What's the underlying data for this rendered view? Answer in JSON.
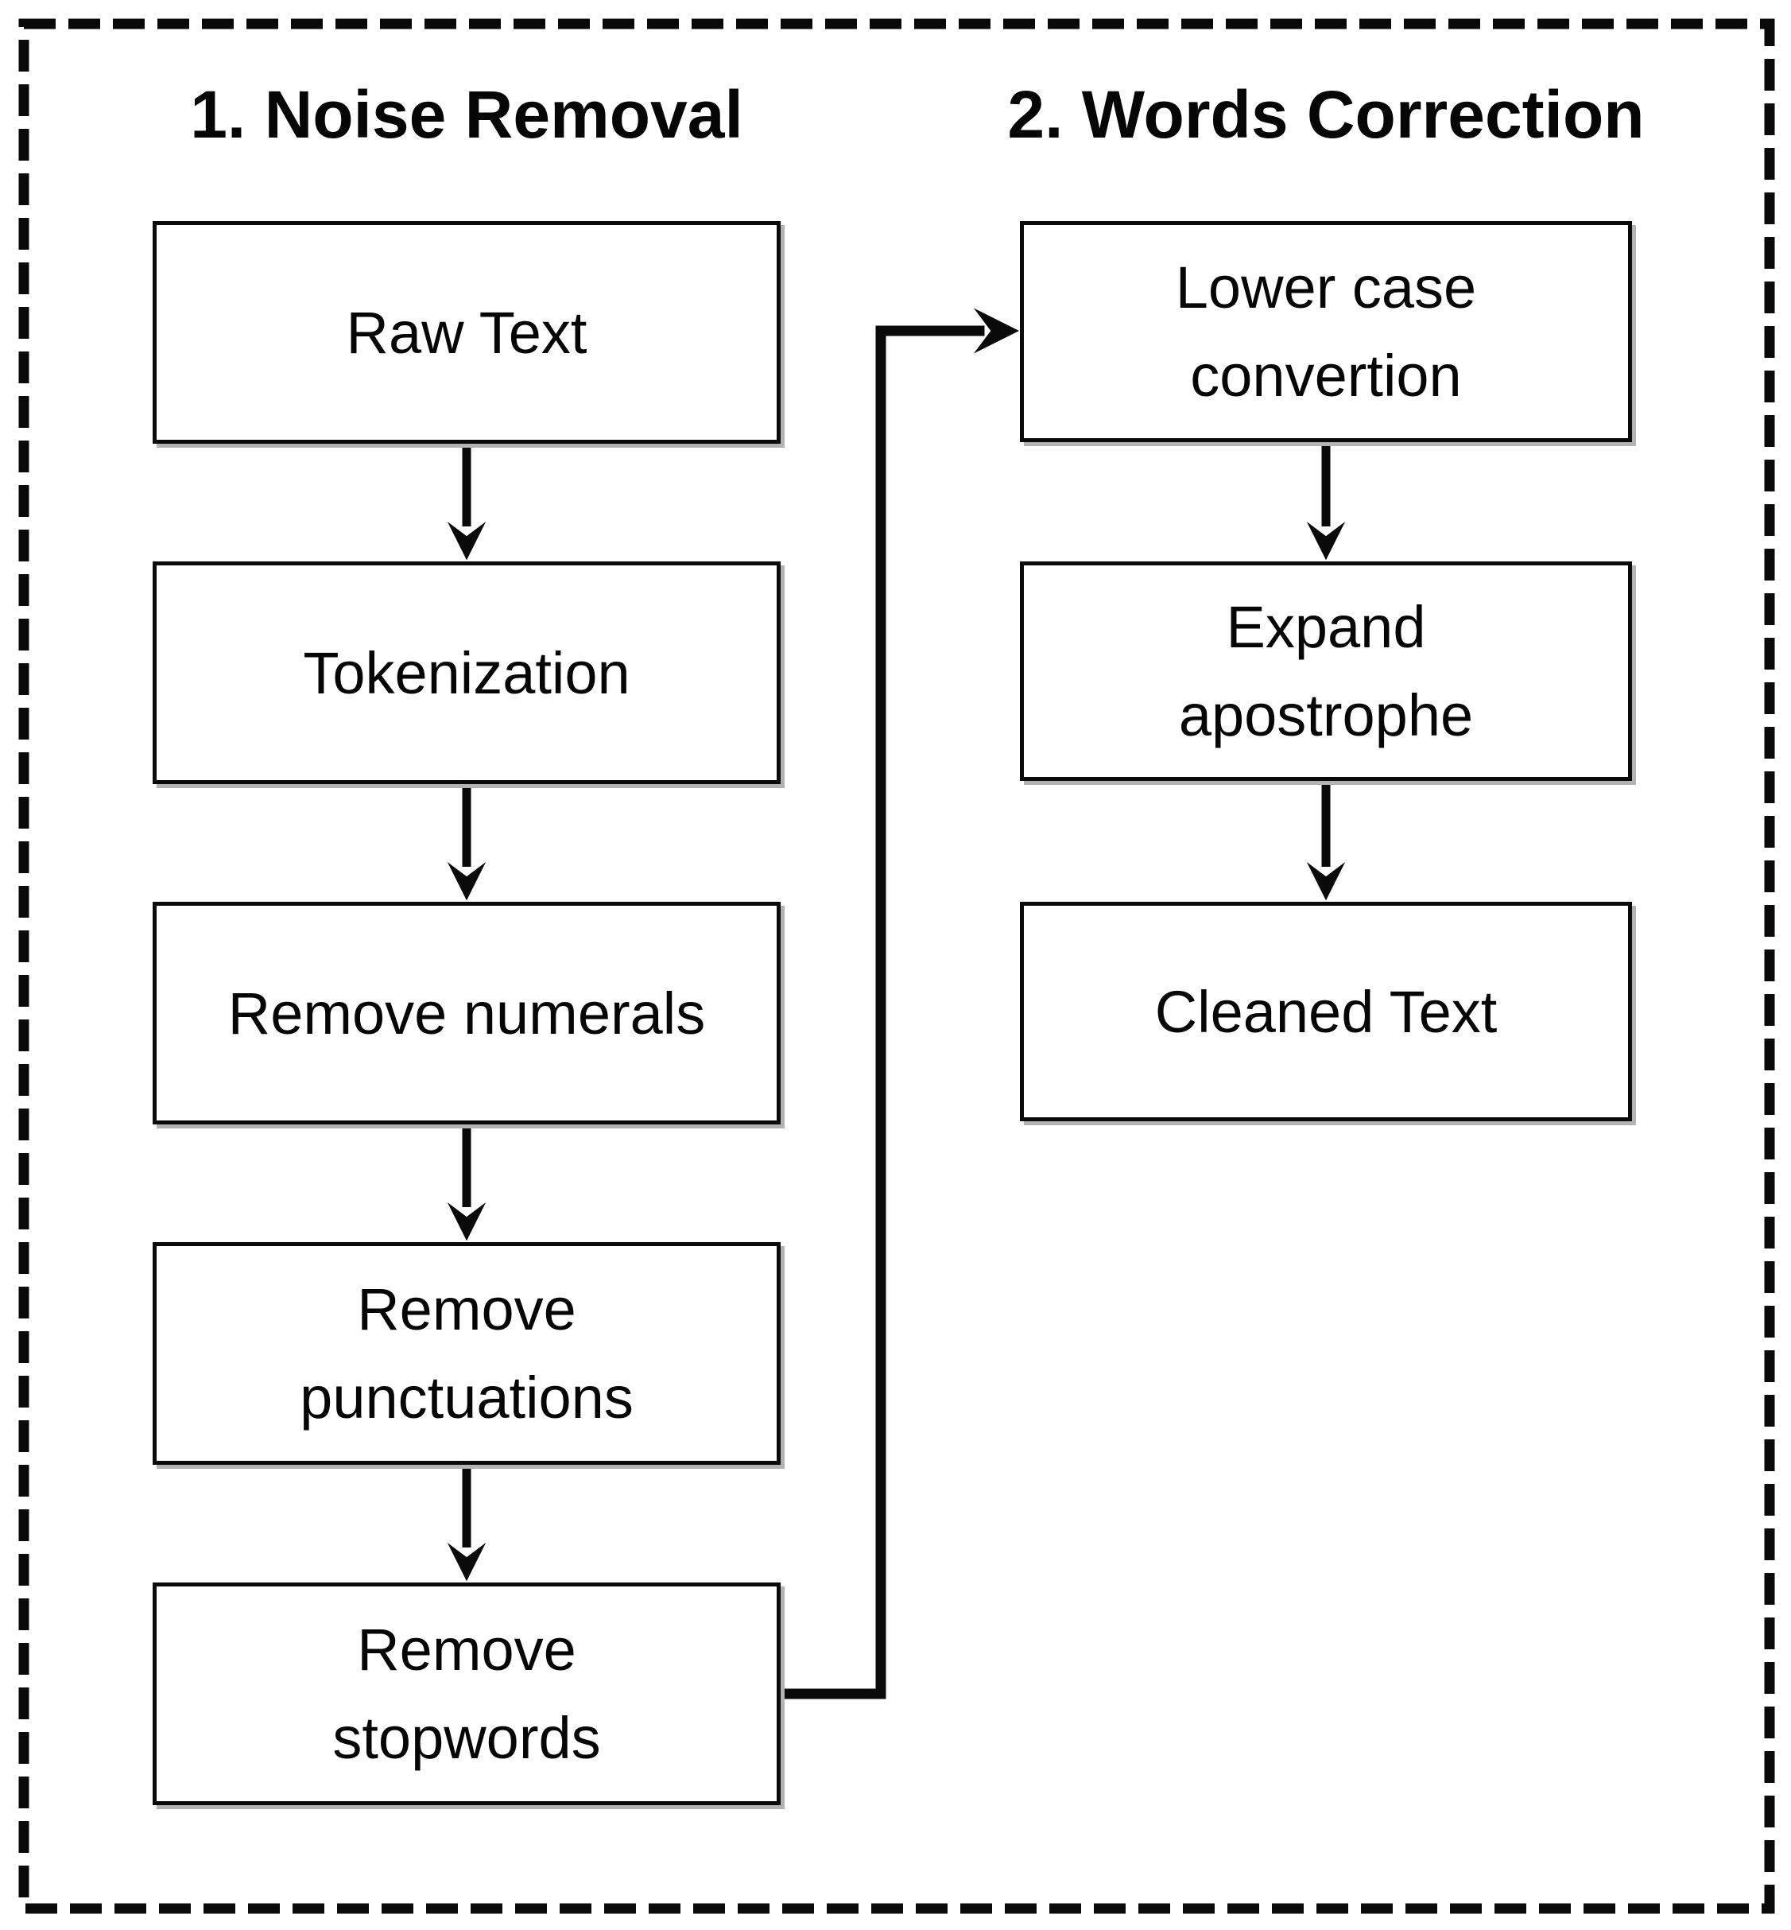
{
  "page": {
    "colors": {
      "ink": "#0a0a0a",
      "paper": "#ffffff",
      "shadow": "#b3b3b3"
    }
  },
  "diagram": {
    "columns": [
      {
        "title": "1. Noise Removal",
        "boxes": [
          {
            "lines": [
              "Raw Text"
            ]
          },
          {
            "lines": [
              "Tokenization"
            ]
          },
          {
            "lines": [
              "Remove numerals"
            ]
          },
          {
            "lines": [
              "Remove",
              "punctuations"
            ]
          },
          {
            "lines": [
              "Remove",
              "stopwords"
            ]
          }
        ]
      },
      {
        "title": "2. Words Correction",
        "boxes": [
          {
            "lines": [
              "Lower case",
              "convertion"
            ]
          },
          {
            "lines": [
              "Expand",
              "apostrophe"
            ]
          },
          {
            "lines": [
              "Cleaned Text"
            ]
          }
        ]
      }
    ]
  }
}
